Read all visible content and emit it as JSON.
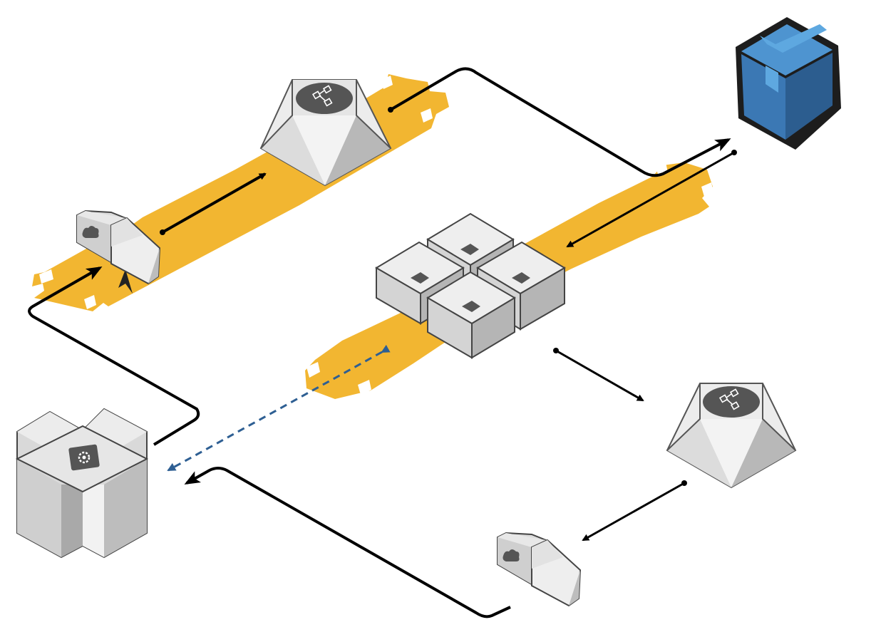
{
  "diagram": {
    "kind": "isometric-architecture",
    "colors": {
      "band": "#f2b631",
      "line": "#000000",
      "dashed": "#2e5f93",
      "device_light": "#efefef",
      "device_mid": "#cfcfcf",
      "device_dark": "#a9a9a9",
      "box_front": "#3b78b4",
      "box_side": "#2c5d8f",
      "box_top": "#4e94d0"
    },
    "nodes": [
      {
        "id": "workflow-top",
        "icon": "workflow-icon"
      },
      {
        "id": "workflow-bottom",
        "icon": "workflow-icon"
      },
      {
        "id": "cloud-gateway-left",
        "icon": "cloud-icon"
      },
      {
        "id": "cloud-gateway-bottom",
        "icon": "cloud-icon"
      },
      {
        "id": "server-cluster",
        "icon": "server-chip-icon"
      },
      {
        "id": "storage-bucket",
        "icon": "gear-icon"
      },
      {
        "id": "package-box",
        "icon": "package-icon"
      }
    ],
    "edges": [
      {
        "from": "cloud-gateway-left",
        "to": "workflow-top",
        "style": "solid"
      },
      {
        "from": "workflow-top",
        "to": "package-box",
        "style": "solid"
      },
      {
        "from": "package-box",
        "to": "server-cluster",
        "style": "solid"
      },
      {
        "from": "server-cluster",
        "to": "workflow-bottom",
        "style": "solid"
      },
      {
        "from": "workflow-bottom",
        "to": "cloud-gateway-bottom",
        "style": "solid"
      },
      {
        "from": "cloud-gateway-bottom",
        "to": "storage-bucket",
        "style": "solid"
      },
      {
        "from": "storage-bucket",
        "to": "cloud-gateway-left",
        "style": "solid"
      },
      {
        "from": "server-cluster",
        "to": "storage-bucket",
        "style": "dashed"
      }
    ]
  }
}
